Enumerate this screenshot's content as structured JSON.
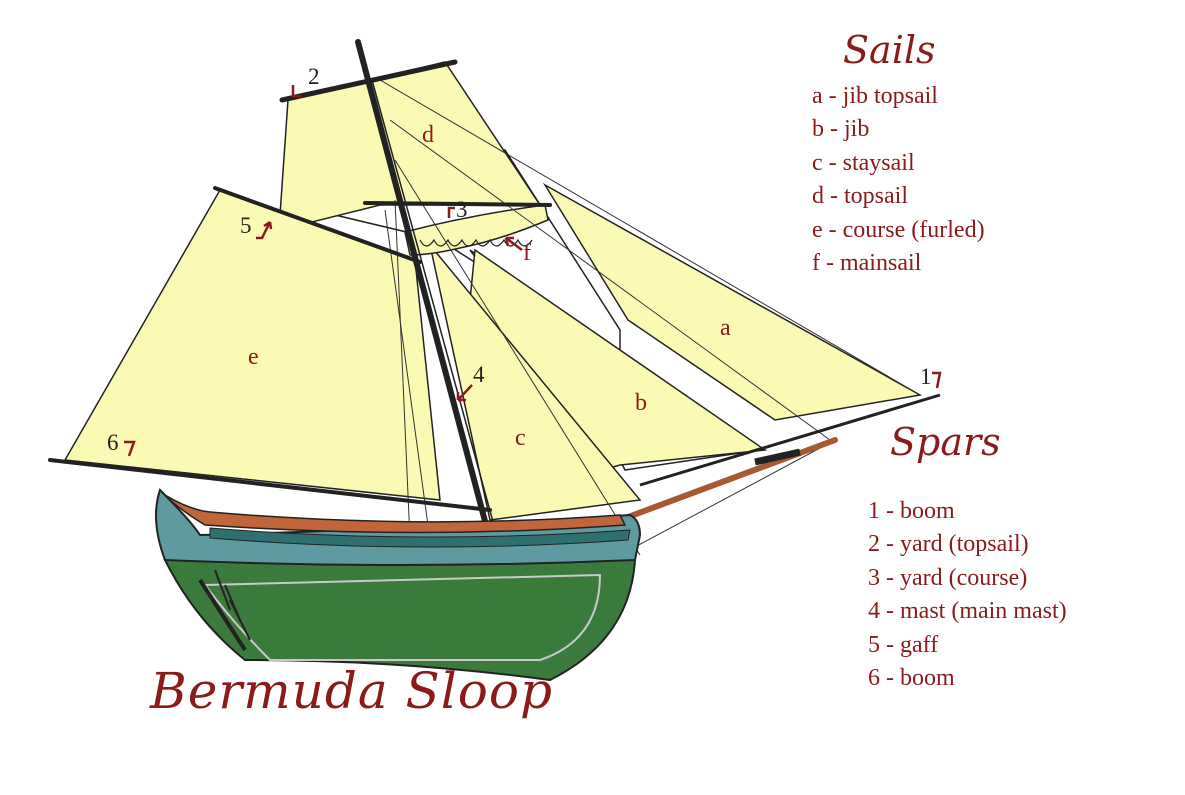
{
  "title": "Bermuda Sloop",
  "sails": {
    "heading": "Sails",
    "items": [
      {
        "key": "a",
        "text": "a - jib topsail"
      },
      {
        "key": "b",
        "text": "b - jib"
      },
      {
        "key": "c",
        "text": "c - staysail"
      },
      {
        "key": "d",
        "text": "d - topsail"
      },
      {
        "key": "e",
        "text": "e - course (furled)"
      },
      {
        "key": "f",
        "text": "f  - mainsail"
      }
    ]
  },
  "spars": {
    "heading": "Spars",
    "items": [
      {
        "key": "1",
        "text": "1 - boom"
      },
      {
        "key": "2",
        "text": "2 - yard (topsail)"
      },
      {
        "key": "3",
        "text": "3 - yard (course)"
      },
      {
        "key": "4",
        "text": "4 - mast (main mast)"
      },
      {
        "key": "5",
        "text": "5 - gaff"
      },
      {
        "key": "6",
        "text": "6 - boom"
      }
    ]
  },
  "diagram_labels": {
    "sail_a": "a",
    "sail_b": "b",
    "sail_c": "c",
    "sail_d": "d",
    "sail_e": "e",
    "sail_f": "f",
    "spar_1": "1",
    "spar_2": "2",
    "spar_3": "3",
    "spar_4": "4",
    "spar_5": "5",
    "spar_6": "6"
  },
  "colors": {
    "sail": "#fbfab4",
    "sail_white": "#ffffff",
    "hull_green": "#3a7b3c",
    "hull_teal": "#5e9aa0",
    "rail_brown": "#c1653a",
    "wood": "#a65a33",
    "text_red": "#8b1a1a",
    "spar": "#222222"
  }
}
